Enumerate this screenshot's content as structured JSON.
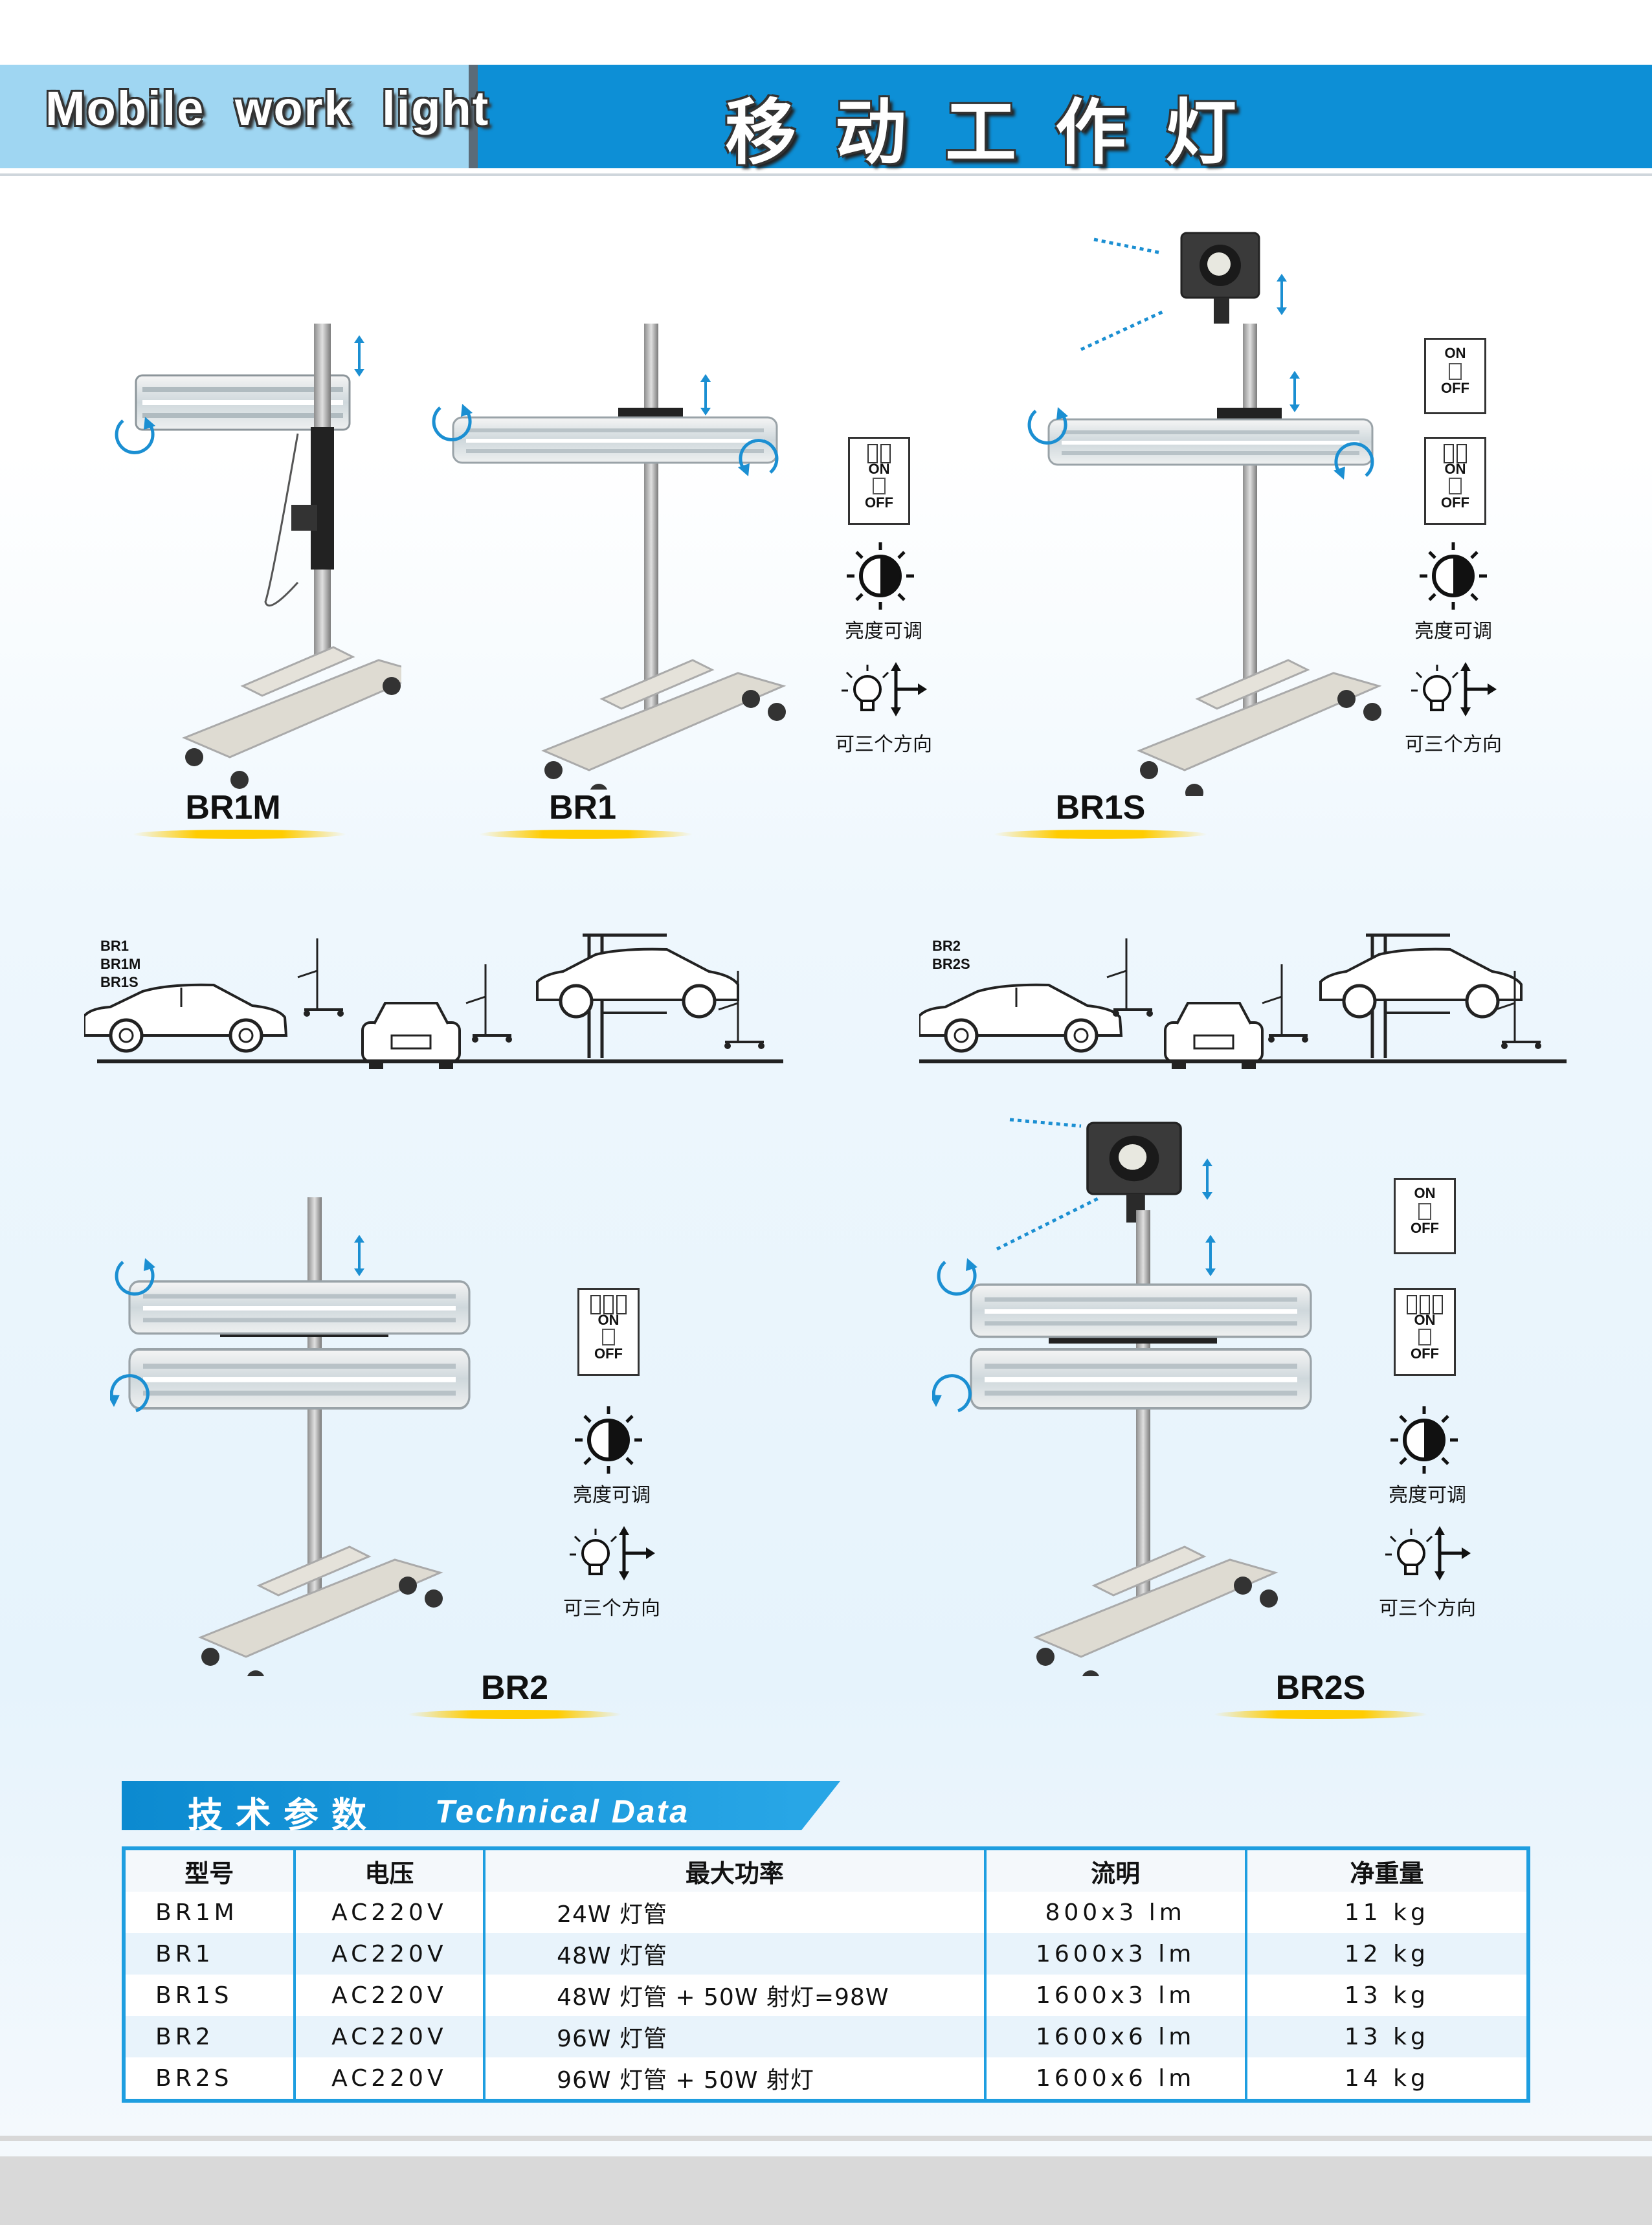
{
  "header": {
    "title_en": "Mobile work light",
    "title_cn": "移动工作灯"
  },
  "products": {
    "br1m": {
      "label": "BR1M"
    },
    "br1": {
      "label": "BR1"
    },
    "br1s": {
      "label": "BR1S"
    },
    "br2": {
      "label": "BR2"
    },
    "br2s": {
      "label": "BR2S"
    }
  },
  "switch": {
    "on": "ON",
    "off": "OFF"
  },
  "features": {
    "brightness": "亮度可调",
    "directions": "可三个方向"
  },
  "scenes": {
    "left_models": [
      "BR1",
      "BR1M",
      "BR1S"
    ],
    "right_models": [
      "BR2",
      "BR2S"
    ]
  },
  "specs": {
    "title_cn": "技术参数",
    "title_en": "Technical Data",
    "headers": [
      "型号",
      "电压",
      "最大功率",
      "流明",
      "净重量"
    ],
    "rows": [
      [
        "BR1M",
        "AC220V",
        "24W 灯管",
        "800x3 lm",
        "11 kg"
      ],
      [
        "BR1",
        "AC220V",
        "48W 灯管",
        "1600x3 lm",
        "12 kg"
      ],
      [
        "BR1S",
        "AC220V",
        "48W 灯管 + 50W 射灯=98W",
        "1600x3 lm",
        "13 kg"
      ],
      [
        "BR2",
        "AC220V",
        "96W 灯管",
        "1600x6 lm",
        "13 kg"
      ],
      [
        "BR2S",
        "AC220V",
        "96W 灯管 + 50W 射灯",
        "1600x6 lm",
        "14 kg"
      ]
    ]
  },
  "colors": {
    "brand_blue": "#0d8fd6",
    "light_blue": "#9fd6f2",
    "accent_yellow": "#ffcc00",
    "table_border": "#1e9ee0"
  }
}
